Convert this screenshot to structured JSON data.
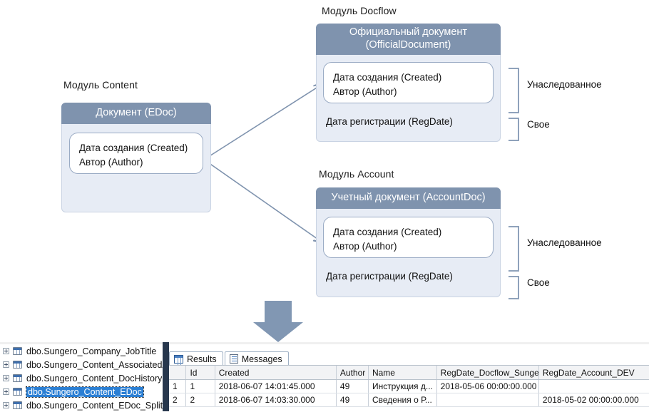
{
  "diagram": {
    "modules": [
      {
        "label": "Модуль Content"
      },
      {
        "label": "Модуль Docflow"
      },
      {
        "label": "Модуль Account"
      }
    ],
    "entities": [
      {
        "id": "edoc",
        "title": "Документ (EDoc)",
        "inherited": "Дата создания (Created)\nАвтор (Author)",
        "own": ""
      },
      {
        "id": "officialdocument",
        "title": "Официальный документ\n(OfficialDocument)",
        "inherited": "Дата создания (Created)\nАвтор (Author)",
        "own": "Дата регистрации (RegDate)"
      },
      {
        "id": "accountdoc",
        "title": "Учетный документ (AccountDoc)",
        "inherited": "Дата создания (Created)\nАвтор (Author)",
        "own": "Дата регистрации (RegDate)"
      }
    ],
    "braces": [
      {
        "label": "Унаследованное"
      },
      {
        "label": "Свое"
      },
      {
        "label": "Унаследованное"
      },
      {
        "label": "Свое"
      }
    ],
    "colors": {
      "header_fill": "#7f93ae",
      "body_fill": "#e7ecf5",
      "stroke": "#7f93ae",
      "arrow_fill": "#8197b3"
    }
  },
  "ssms": {
    "object_tree": [
      {
        "label": "dbo.Sungero_Company_JobTitle",
        "selected": false
      },
      {
        "label": "dbo.Sungero_Content_AssociatedA",
        "selected": false
      },
      {
        "label": "dbo.Sungero_Content_DocHistory",
        "selected": false
      },
      {
        "label": "dbo.Sungero_Content_EDoc",
        "selected": true
      },
      {
        "label": "dbo.Sungero_Content_EDoc_SplitD",
        "selected": false
      }
    ],
    "tabs": [
      {
        "label": "Results",
        "icon": "grid-icon",
        "active": true
      },
      {
        "label": "Messages",
        "icon": "message-icon",
        "active": false
      }
    ],
    "grid": {
      "columns": [
        "",
        "Id",
        "Created",
        "Author",
        "Name",
        "RegDate_Docflow_Sungero",
        "RegDate_Account_DEV"
      ],
      "rows": [
        {
          "rownum": "1",
          "cells": [
            "1",
            "2018-06-07 14:01:45.000",
            "49",
            "Инструкция д...",
            "2018-05-06 00:00:00.000",
            ""
          ]
        },
        {
          "rownum": "2",
          "cells": [
            "2",
            "2018-06-07 14:03:30.000",
            "49",
            "Сведения о Р...",
            "",
            "2018-05-02 00:00:00.000"
          ]
        }
      ]
    }
  }
}
